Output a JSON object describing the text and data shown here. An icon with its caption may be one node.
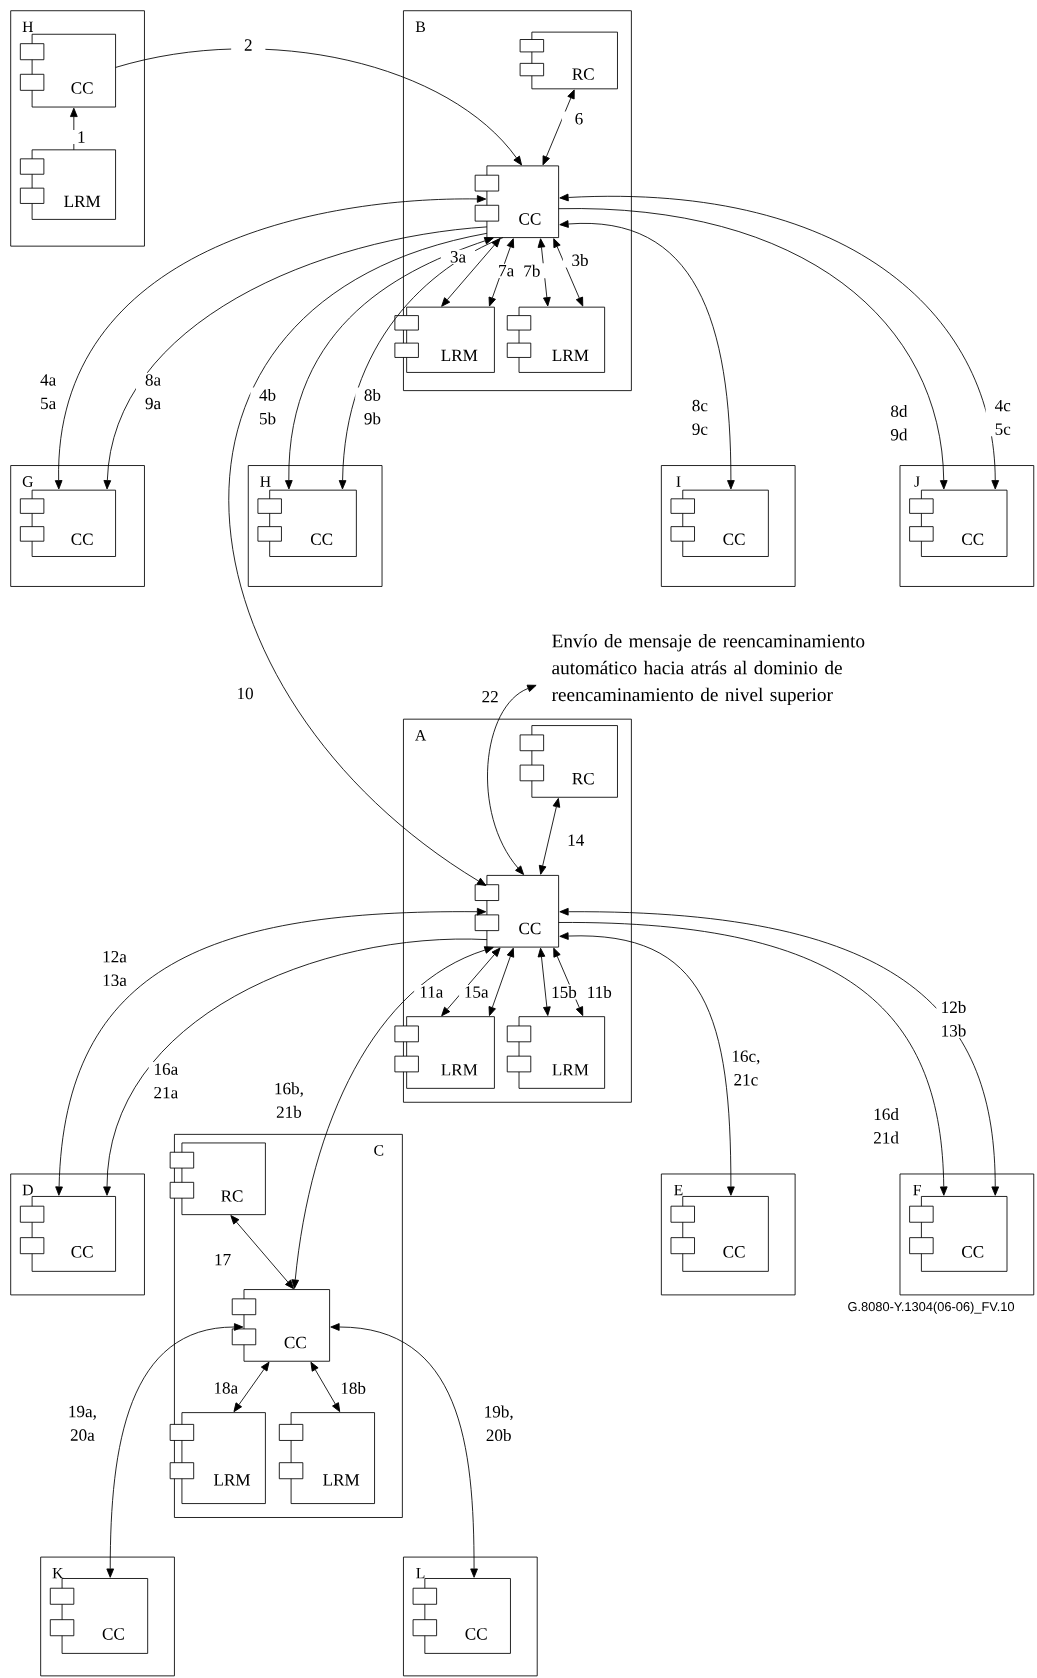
{
  "diagram": {
    "nodes": [
      {
        "text": [
          "H"
        ]
      },
      {
        "text": [
          "CC"
        ],
        "in": 0
      },
      {
        "text": [
          "LRM"
        ],
        "in": 0
      },
      {
        "text": [
          "B"
        ]
      },
      {
        "text": [
          "RC"
        ],
        "in": 3
      },
      {
        "text": [
          "CC"
        ],
        "in": 3
      },
      {
        "text": [
          "LRM"
        ],
        "in": 3
      },
      {
        "text": [
          "LRM"
        ],
        "in": 3
      },
      {
        "text": [
          "G"
        ]
      },
      {
        "text": [
          "CC"
        ],
        "in": 8
      },
      {
        "text": [
          "H"
        ]
      },
      {
        "text": [
          "CC"
        ],
        "in": 10
      },
      {
        "text": [
          "I"
        ]
      },
      {
        "text": [
          "CC"
        ],
        "in": 12
      },
      {
        "text": [
          "J"
        ]
      },
      {
        "text": [
          "CC"
        ],
        "in": 14
      },
      {
        "text": [
          "Envío de mensaje de reencaminamiento automático hacia atrás al dominio de reencaminamiento de nivel superior"
        ]
      },
      {
        "text": [
          "A"
        ]
      },
      {
        "text": [
          "RC"
        ],
        "in": 17
      },
      {
        "text": [
          "CC"
        ],
        "in": 17
      },
      {
        "text": [
          "LRM"
        ],
        "in": 17
      },
      {
        "text": [
          "LRM"
        ],
        "in": 17
      },
      {
        "text": [
          "C"
        ]
      },
      {
        "text": [
          "RC"
        ],
        "in": 22
      },
      {
        "text": [
          "CC"
        ],
        "in": 22
      },
      {
        "text": [
          "LRM"
        ],
        "in": 22
      },
      {
        "text": [
          "LRM"
        ],
        "in": 22
      },
      {
        "text": [
          "D"
        ]
      },
      {
        "text": [
          "CC"
        ],
        "in": 27
      },
      {
        "text": [
          "E"
        ]
      },
      {
        "text": [
          "CC"
        ],
        "in": 29
      },
      {
        "text": [
          "F"
        ]
      },
      {
        "text": [
          "CC"
        ],
        "in": 31
      },
      {
        "text": [
          "K"
        ]
      },
      {
        "text": [
          "CC"
        ],
        "in": 33
      },
      {
        "text": [
          "L"
        ]
      },
      {
        "text": [
          "CC"
        ],
        "in": 35
      }
    ],
    "edges": [
      {
        "from": 2,
        "to": 1,
        "arrow": "to",
        "label": "1"
      },
      {
        "from": 1,
        "to": 5,
        "arrow": "to",
        "label": "2"
      },
      {
        "from": 4,
        "to": 5,
        "arrow": "both",
        "label": "6"
      },
      {
        "from": 5,
        "to": 6,
        "arrow": "both",
        "label": "3a"
      },
      {
        "from": 5,
        "to": 6,
        "arrow": "both",
        "label": "7a"
      },
      {
        "from": 5,
        "to": 7,
        "arrow": "both",
        "label": "7b"
      },
      {
        "from": 5,
        "to": 7,
        "arrow": "both",
        "label": "3b"
      },
      {
        "from": 5,
        "to": 9,
        "arrow": "both",
        "label": "4a 5a"
      },
      {
        "from": 5,
        "to": 9,
        "arrow": "to",
        "label": "8a 9a"
      },
      {
        "from": 5,
        "to": 11,
        "arrow": "both",
        "label": "4b 5b"
      },
      {
        "from": 5,
        "to": 11,
        "arrow": "to",
        "label": "8b 9b"
      },
      {
        "from": 5,
        "to": 19,
        "arrow": "to",
        "label": "10"
      },
      {
        "from": 5,
        "to": 13,
        "arrow": "both",
        "label": "8c 9c"
      },
      {
        "from": 5,
        "to": 15,
        "arrow": "to",
        "label": "8d 9d"
      },
      {
        "from": 5,
        "to": 15,
        "arrow": "both",
        "label": "4c 5c"
      },
      {
        "from": 18,
        "to": 19,
        "arrow": "both",
        "label": "14"
      },
      {
        "from": 19,
        "to": 16,
        "arrow": "both",
        "label": "22"
      },
      {
        "from": 19,
        "to": 20,
        "arrow": "both",
        "label": "11a"
      },
      {
        "from": 19,
        "to": 20,
        "arrow": "both",
        "label": "15a"
      },
      {
        "from": 19,
        "to": 21,
        "arrow": "both",
        "label": "15b"
      },
      {
        "from": 19,
        "to": 21,
        "arrow": "both",
        "label": "11b"
      },
      {
        "from": 19,
        "to": 28,
        "arrow": "both",
        "label": "12a 13a"
      },
      {
        "from": 19,
        "to": 28,
        "arrow": "to",
        "label": "16a 21a"
      },
      {
        "from": 19,
        "to": 24,
        "arrow": "both",
        "label": "16b, 21b"
      },
      {
        "from": 19,
        "to": 30,
        "arrow": "both",
        "label": "16c, 21c"
      },
      {
        "from": 19,
        "to": 32,
        "arrow": "to",
        "label": "16d 21d"
      },
      {
        "from": 19,
        "to": 32,
        "arrow": "both",
        "label": "12b 13b"
      },
      {
        "from": 23,
        "to": 24,
        "arrow": "both",
        "label": "17"
      },
      {
        "from": 24,
        "to": 25,
        "arrow": "both",
        "label": "18a"
      },
      {
        "from": 24,
        "to": 26,
        "arrow": "both",
        "label": "18b"
      },
      {
        "from": 24,
        "to": 34,
        "arrow": "both",
        "label": "19a, 20a"
      },
      {
        "from": 24,
        "to": 36,
        "arrow": "both",
        "label": "19b, 20b"
      }
    ],
    "labels": [
      "G.8080-Y.1304(06-06)_FV.10"
    ]
  }
}
